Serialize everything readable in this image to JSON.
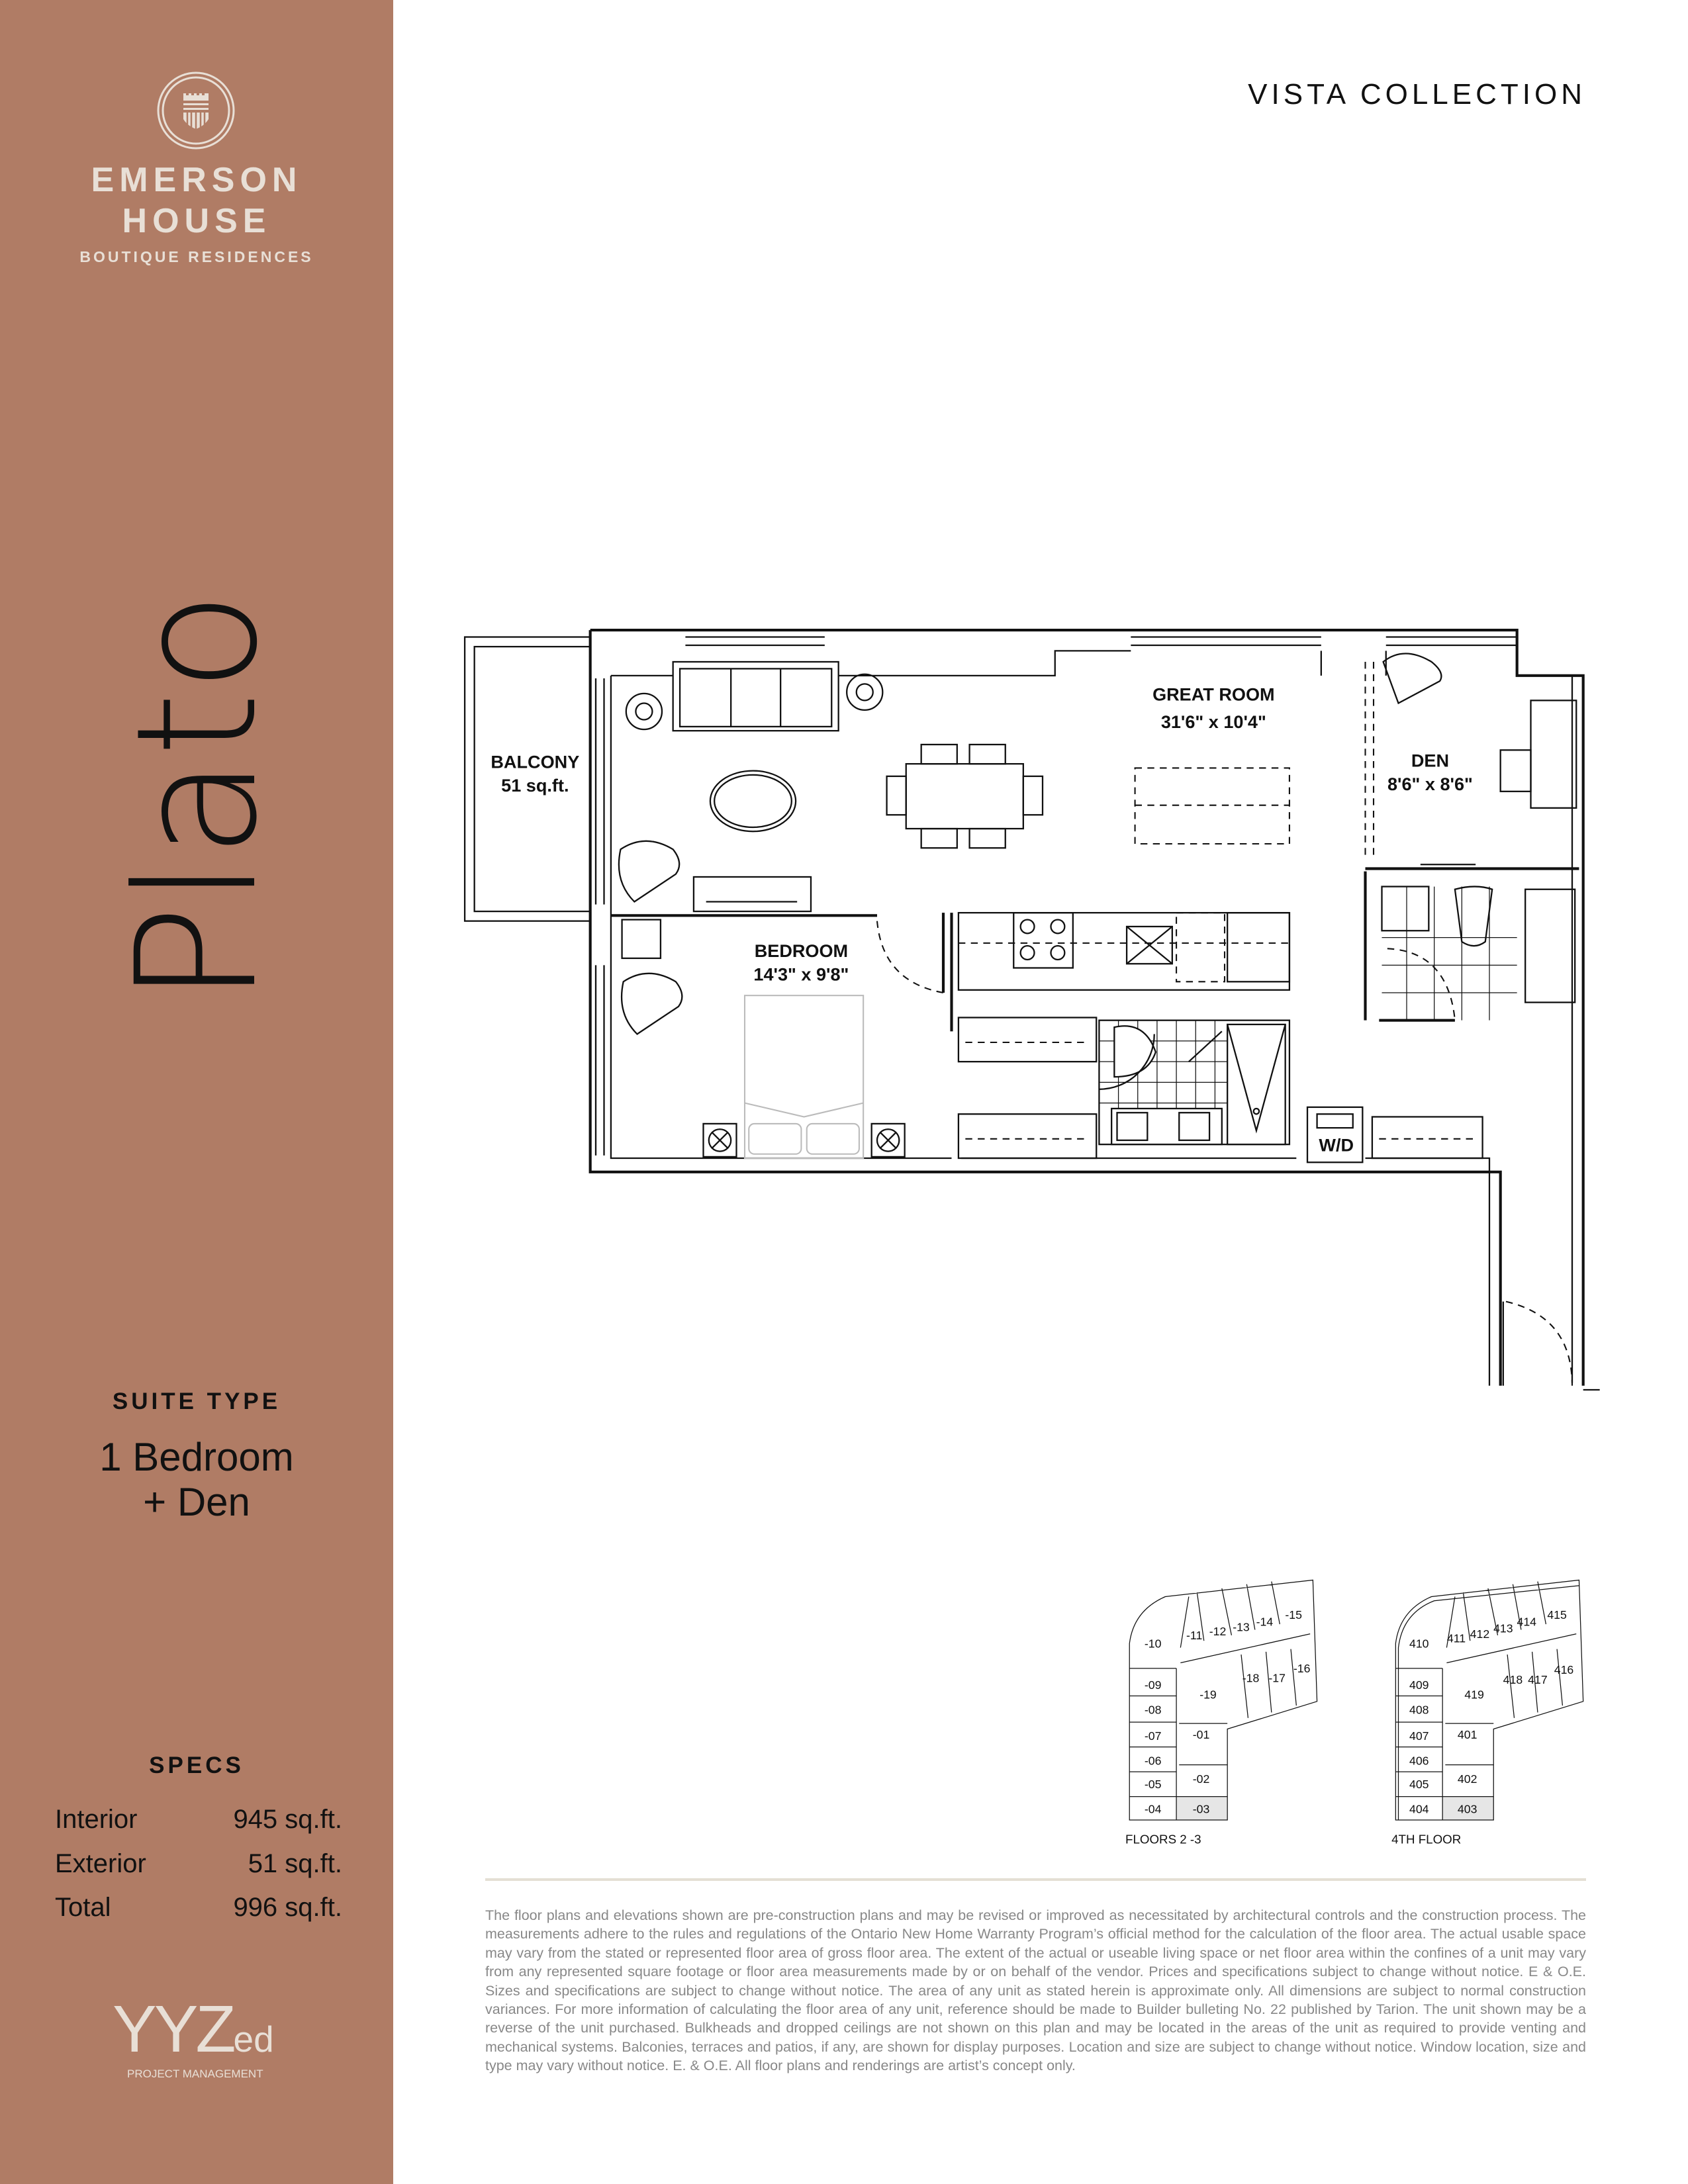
{
  "brand": {
    "line1": "EMERSON",
    "line2": "HOUSE",
    "tagline": "BOUTIQUE RESIDENCES"
  },
  "collection": "VISTA COLLECTION",
  "suite_name": "Plato",
  "suite_type": {
    "label": "SUITE TYPE",
    "line1": "1 Bedroom",
    "line2": "+ Den"
  },
  "specs": {
    "label": "SPECS",
    "rows": [
      {
        "label": "Interior",
        "value": "945 sq.ft."
      },
      {
        "label": "Exterior",
        "value": "51 sq.ft."
      },
      {
        "label": "Total",
        "value": "996 sq.ft."
      }
    ]
  },
  "manager_logo": {
    "main": "YYZ",
    "suffix": "ed",
    "sub": "PROJECT MANAGEMENT"
  },
  "floorplan": {
    "great_room": {
      "name": "GREAT ROOM",
      "size": "31'6\" x 10'4\""
    },
    "den": {
      "name": "DEN",
      "size": "8'6\" x 8'6\""
    },
    "bedroom": {
      "name": "BEDROOM",
      "size": "14'3\" x 9'8\""
    },
    "balcony": {
      "name": "BALCONY",
      "size": "51 sq.ft."
    },
    "laundry": "W/D"
  },
  "keyplans": [
    {
      "caption": "FLOORS 2 -3",
      "units": [
        "-10",
        "-11",
        "-12",
        "-13",
        "-14",
        "-15",
        "-09",
        "-19",
        "-18",
        "-17",
        "-16",
        "-08",
        "-07",
        "-01",
        "-06",
        "-02",
        "-05",
        "-04",
        "-03"
      ],
      "highlighted": "-03"
    },
    {
      "caption": "4TH FLOOR",
      "units": [
        "410",
        "411",
        "412",
        "413",
        "414",
        "415",
        "409",
        "419",
        "418",
        "417",
        "416",
        "408",
        "407",
        "401",
        "406",
        "402",
        "405",
        "404",
        "403"
      ],
      "highlighted": "403"
    }
  ],
  "colors": {
    "sidebar": "#b07c65",
    "logo": "#e8dfd6",
    "highlight": "#e6e6e6"
  },
  "disclaimer": "The floor plans and elevations shown are pre-construction plans and may be revised or improved as necessitated by architectural controls and the construction process. The measurements adhere to the rules and regulations of the Ontario New Home Warranty Program’s official method for the calculation of the floor area. The actual usable space may vary from the stated or represented floor area of gross floor area. The extent of the actual or useable living space or net floor area within the confines of a unit may vary from any represented square footage or floor area measurements made by or on behalf of the vendor. Prices and specifications subject to change without notice. E & O.E. Sizes and specifications are subject to change without notice. The area of any unit as stated herein is approximate only. All dimensions are subject to normal construction variances. For more information of calculating the floor area of any unit, reference should be made to Builder bulleting No. 22 published by Tarion. The unit shown may be a reverse of the unit purchased. Bulkheads and dropped ceilings are not shown on this plan and may be located in the areas of the unit as required to provide venting and mechanical systems. Balconies, terraces and patios, if any, are shown for display purposes. Location and size are subject to change without notice. Window location, size and type may vary without notice. E. & O.E. All floor plans and renderings are artist’s concept only."
}
